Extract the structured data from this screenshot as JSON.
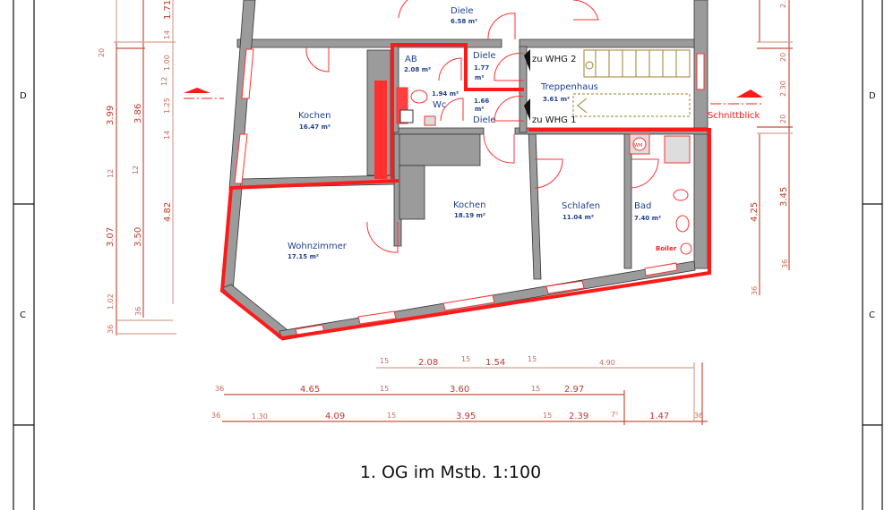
{
  "sheet": {
    "title": "1. OG im Mstb. 1:100",
    "grid_rows": [
      "D",
      "C"
    ]
  },
  "rooms": {
    "diele_top": {
      "name": "Diele",
      "area": "6.58 m²"
    },
    "ab": {
      "name": "AB",
      "area": "2.08 m²"
    },
    "diele_177": {
      "name": "Diele",
      "area_num": "1.77",
      "unit": "m²"
    },
    "wc": {
      "name": "Wc",
      "area": "1.94 m²"
    },
    "diele_166": {
      "name": "Diele",
      "area_num": "1.66",
      "unit": "m²"
    },
    "treppenhaus": {
      "name": "Treppenhaus",
      "area": "3.61 m²",
      "to_upper": "zu  WHG  2",
      "to_lower": "zu  WHG  1"
    },
    "kochen_left": {
      "name": "Kochen",
      "area": "16.47 m²"
    },
    "kochen_mid": {
      "name": "Kochen",
      "area": "18.19 m²"
    },
    "schlafen": {
      "name": "Schlafen",
      "area": "11.04 m²"
    },
    "bad": {
      "name": "Bad",
      "area": "7.40 m²"
    },
    "wohnzimmer": {
      "name": "Wohnzimmer",
      "area": "17.15 m²"
    }
  },
  "fixtures": {
    "boiler": "Boiler",
    "washing_machine": "WM"
  },
  "section_marker": {
    "label": "Schnittblick"
  },
  "dimensions": {
    "left": {
      "col1": [
        "20",
        "3.99",
        "12",
        "3.07",
        "1.02",
        "36"
      ],
      "col2": [
        "3.86",
        "12",
        "3.50",
        "36"
      ],
      "col3": [
        "1.71",
        "14",
        "1.00",
        "12",
        "1.25",
        "14",
        "4.82"
      ]
    },
    "right": {
      "col1": [
        "4.25",
        "36"
      ],
      "col2": [
        "2.",
        "20",
        "2.30",
        "20",
        "3.45",
        "36"
      ]
    },
    "bottom": {
      "row1": [
        "15",
        "2.08",
        "15",
        "1.54",
        "15",
        "4.90"
      ],
      "row2": [
        "36",
        "4.65",
        "15",
        "3.60",
        "15",
        "2.97"
      ],
      "row3": [
        "36",
        "1.30",
        "4.09",
        "15",
        "3.95",
        "15",
        "2.39",
        "7⁵",
        "1.47",
        "36"
      ]
    }
  },
  "colors": {
    "room_text": "#1f3f8f",
    "dimension": "#c0392b",
    "outline": "#ff1a1a",
    "wall": "#9b9b9b"
  }
}
